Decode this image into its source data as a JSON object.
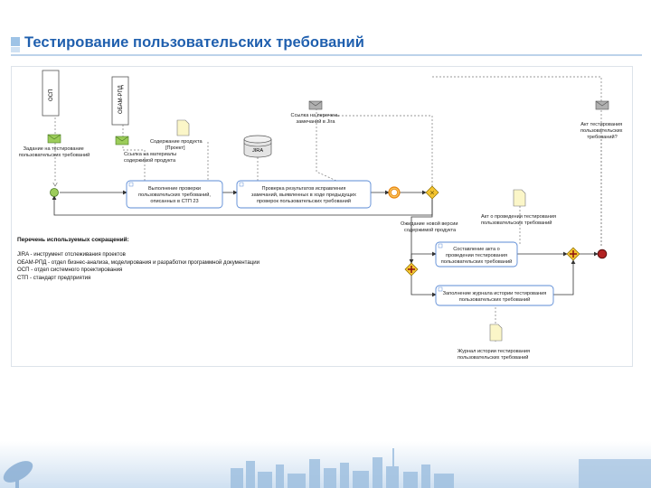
{
  "page": {
    "title": "Тестирование пользовательских требований"
  },
  "pools": {
    "osp": "ОСП",
    "obam": "ОБАМ-РПД"
  },
  "messages": {
    "task": [
      "Задание на тестирование",
      "пользовательских требований"
    ],
    "materials": [
      "Ссылка на материалы",
      "содержимой продукта"
    ],
    "jira_link": [
      "Ссылка на перечень",
      "замечаний в Jira"
    ],
    "act_q": [
      "Акт тестирования",
      "пользовательских",
      "требований?"
    ]
  },
  "documents": {
    "content": [
      "Содержание продукта",
      "[Проект]"
    ],
    "act": [
      "Акт о проведении тестирования",
      "пользовательских требований"
    ],
    "journal": [
      "Журнал истории тестирования",
      "пользовательских требований"
    ]
  },
  "datastore": {
    "label": "JIRA"
  },
  "tasks": {
    "t1": [
      "Выполнение проверки",
      "пользовательских требований,",
      "описанных в СТП 23"
    ],
    "t2": [
      "Проверка результатов исправления",
      "замечаний, выявленных в ходе предыдущих",
      "проверок пользовательских требований"
    ],
    "t3": [
      "Составление акта о",
      "проведении тестирования",
      "пользовательских требований"
    ],
    "t4": [
      "Заполнение журнала истории тестирования",
      "пользовательских требований"
    ]
  },
  "event_label": [
    "Ожидание новой версии",
    "содержимой продукта"
  ],
  "abbreviations": {
    "heading": "Перечень используемых сокращений:",
    "items": [
      "JIRA - инструмент отслеживания проектов",
      "ОБАМ-РПД - отдел бизнес-анализа, моделирования и разработки программной документации",
      "ОСП - отдел системного проектирования",
      "СТП - стандарт предприятия"
    ]
  },
  "colors": {
    "title": "#1f5fae",
    "task_fill": "#ffffff",
    "task_stroke": "#5b8bd6",
    "gateway_fill": "#f4c430",
    "event_start": "#9ccc5a",
    "event_end": "#b22222",
    "intermediate_event": "#e8820c"
  }
}
